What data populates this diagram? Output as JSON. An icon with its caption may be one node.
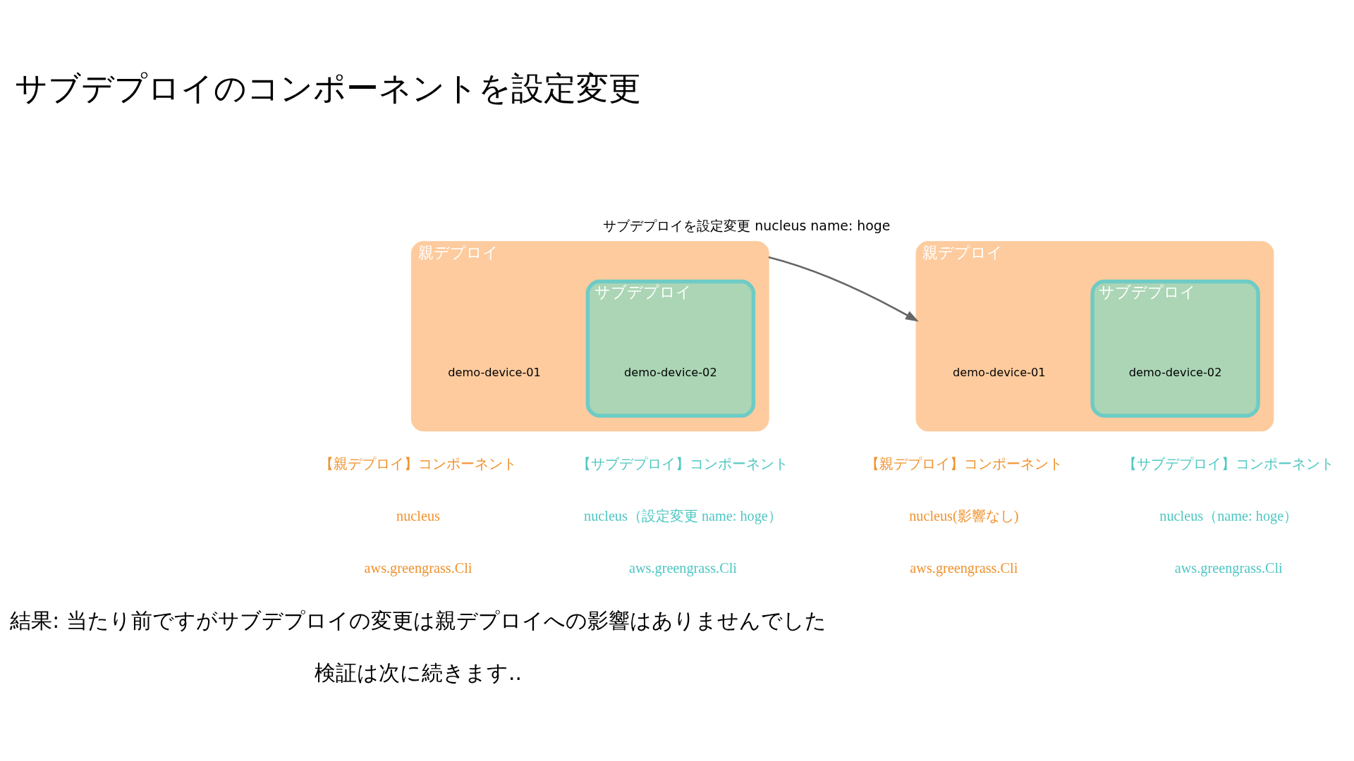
{
  "diagram": {
    "title": "サブデプロイのコンポーネントを設定変更",
    "nodes": [
      {
        "text": [
          "親デプロイ"
        ]
      },
      {
        "text": [
          "demo-device-01"
        ],
        "in": 0
      },
      {
        "text": [
          "サブデプロイ"
        ],
        "in": 0
      },
      {
        "text": [
          "demo-device-02"
        ],
        "in": 2
      },
      {
        "text": [
          "親デプロイ"
        ]
      },
      {
        "text": [
          "demo-device-01"
        ],
        "in": 4
      },
      {
        "text": [
          "サブデプロイ"
        ],
        "in": 4
      },
      {
        "text": [
          "demo-device-02"
        ],
        "in": 6
      }
    ],
    "edges": [
      {
        "from": 0,
        "to": 4,
        "arrow": "to",
        "label": "サブデプロイを設定変更 nucleus name: hoge"
      }
    ],
    "labels": [
      "【親デプロイ】コンポーネント",
      "nucleus",
      "aws.greengrass.Cli",
      "【サブデプロイ】コンポーネント",
      "nucleus（設定変更 name: hoge）",
      "aws.greengrass.Cli",
      "【親デプロイ】コンポーネント",
      "nucleus(影響なし)",
      "aws.greengrass.Cli",
      "【サブデプロイ】コンポーネント",
      "nucleus（name: hoge）",
      "aws.greengrass.Cli",
      "結果: 当たり前ですがサブデプロイの変更は親デプロイへの影響はありませんでした",
      "検証は次に続きます.."
    ]
  }
}
